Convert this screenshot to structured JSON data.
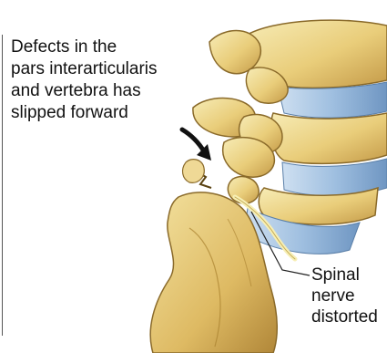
{
  "labels": {
    "defect": [
      "Defects in the",
      "pars interarticularis",
      "and vertebra has",
      "slipped forward"
    ],
    "nerve": [
      "Spinal",
      "nerve",
      "distorted"
    ]
  },
  "colors": {
    "bone_light": "#f4e6a6",
    "bone_mid": "#e6c770",
    "bone_shadow": "#b8903e",
    "bone_outline": "#8a6a2a",
    "disc_blue": "#a8c6e4",
    "disc_shadow": "#6f96c2",
    "nerve": "#f7efb5",
    "text": "#111111"
  }
}
